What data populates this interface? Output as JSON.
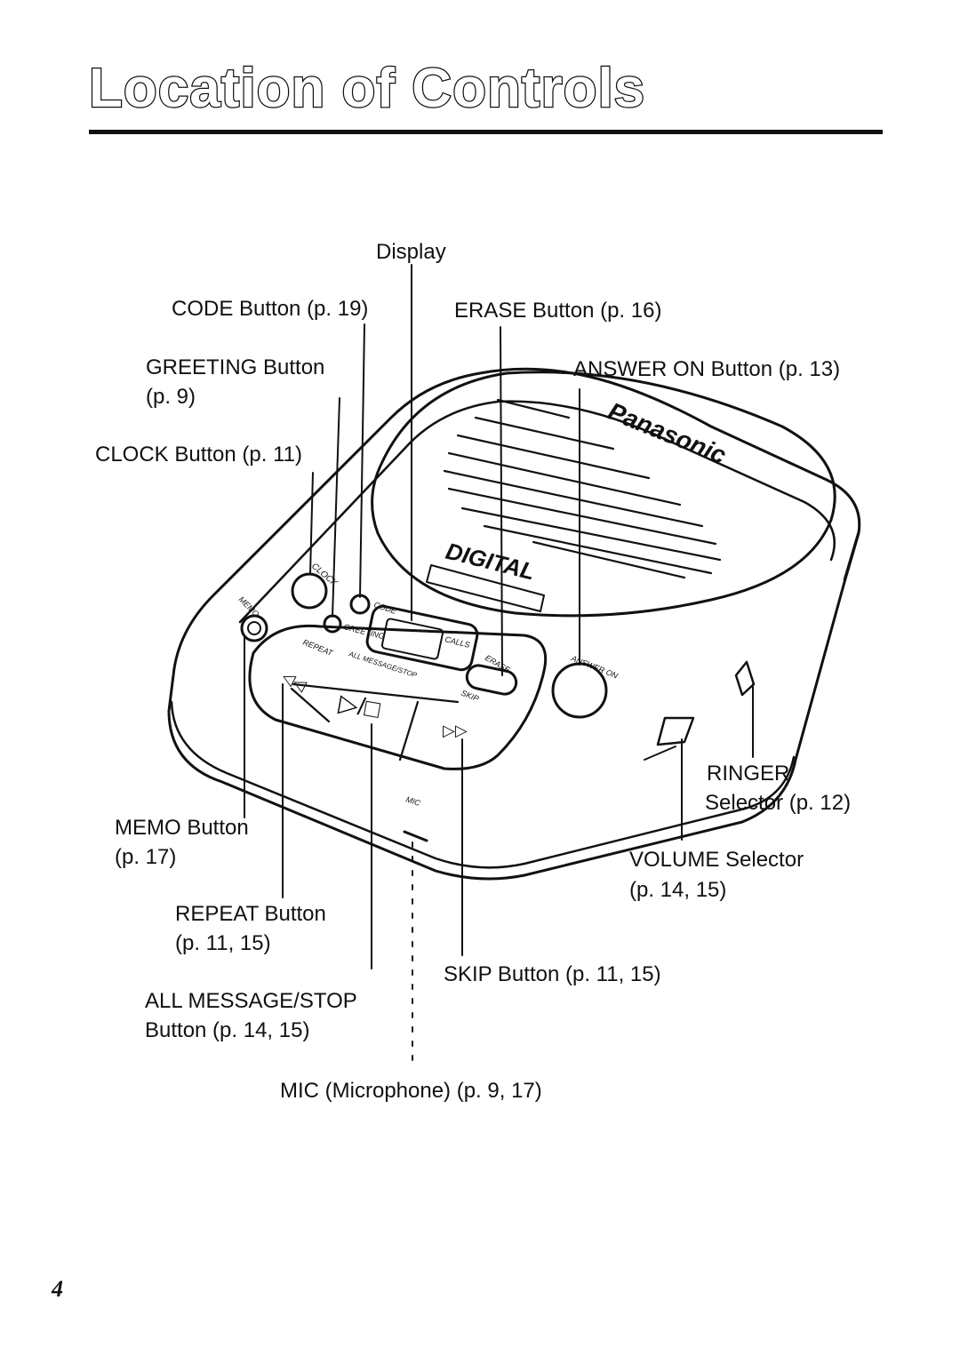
{
  "page": {
    "title": "Location of Controls",
    "page_number": "4"
  },
  "labels": {
    "display": "Display",
    "code_button": "CODE Button (p. 19)",
    "erase_button": "ERASE Button (p. 16)",
    "greeting_button_1": "GREETING Button",
    "greeting_button_2": "(p. 9)",
    "answer_on_button": "ANSWER ON Button (p. 13)",
    "clock_button": "CLOCK Button (p. 11)",
    "ringer_selector_1": "RINGER",
    "ringer_selector_2": "Selector (p. 12)",
    "memo_button_1": "MEMO Button",
    "memo_button_2": "(p. 17)",
    "volume_selector_1": "VOLUME Selector",
    "volume_selector_2": "(p. 14, 15)",
    "repeat_button_1": "REPEAT Button",
    "repeat_button_2": "(p. 11, 15)",
    "skip_button": "SKIP Button (p. 11, 15)",
    "all_message_stop_1": "ALL MESSAGE/STOP",
    "all_message_stop_2": "Button (p. 14, 15)",
    "mic": "MIC (Microphone) (p. 9, 17)"
  },
  "device": {
    "brand": "Panasonic",
    "digital": "DIGITAL",
    "play_stop_symbol": "▷/□",
    "rewind_symbol": "◁◁",
    "forward_symbol": "▷▷",
    "key_labels": {
      "clock": "CLOCK",
      "memo": "MEMO",
      "code": "CODE",
      "greeting": "GREETING",
      "calls": "CALLS",
      "erase": "ERASE",
      "repeat": "REPEAT",
      "all_message_stop": "ALL MESSAGE/STOP",
      "skip": "SKIP",
      "answer_on": "ANSWER ON",
      "mic": "MIC"
    }
  }
}
